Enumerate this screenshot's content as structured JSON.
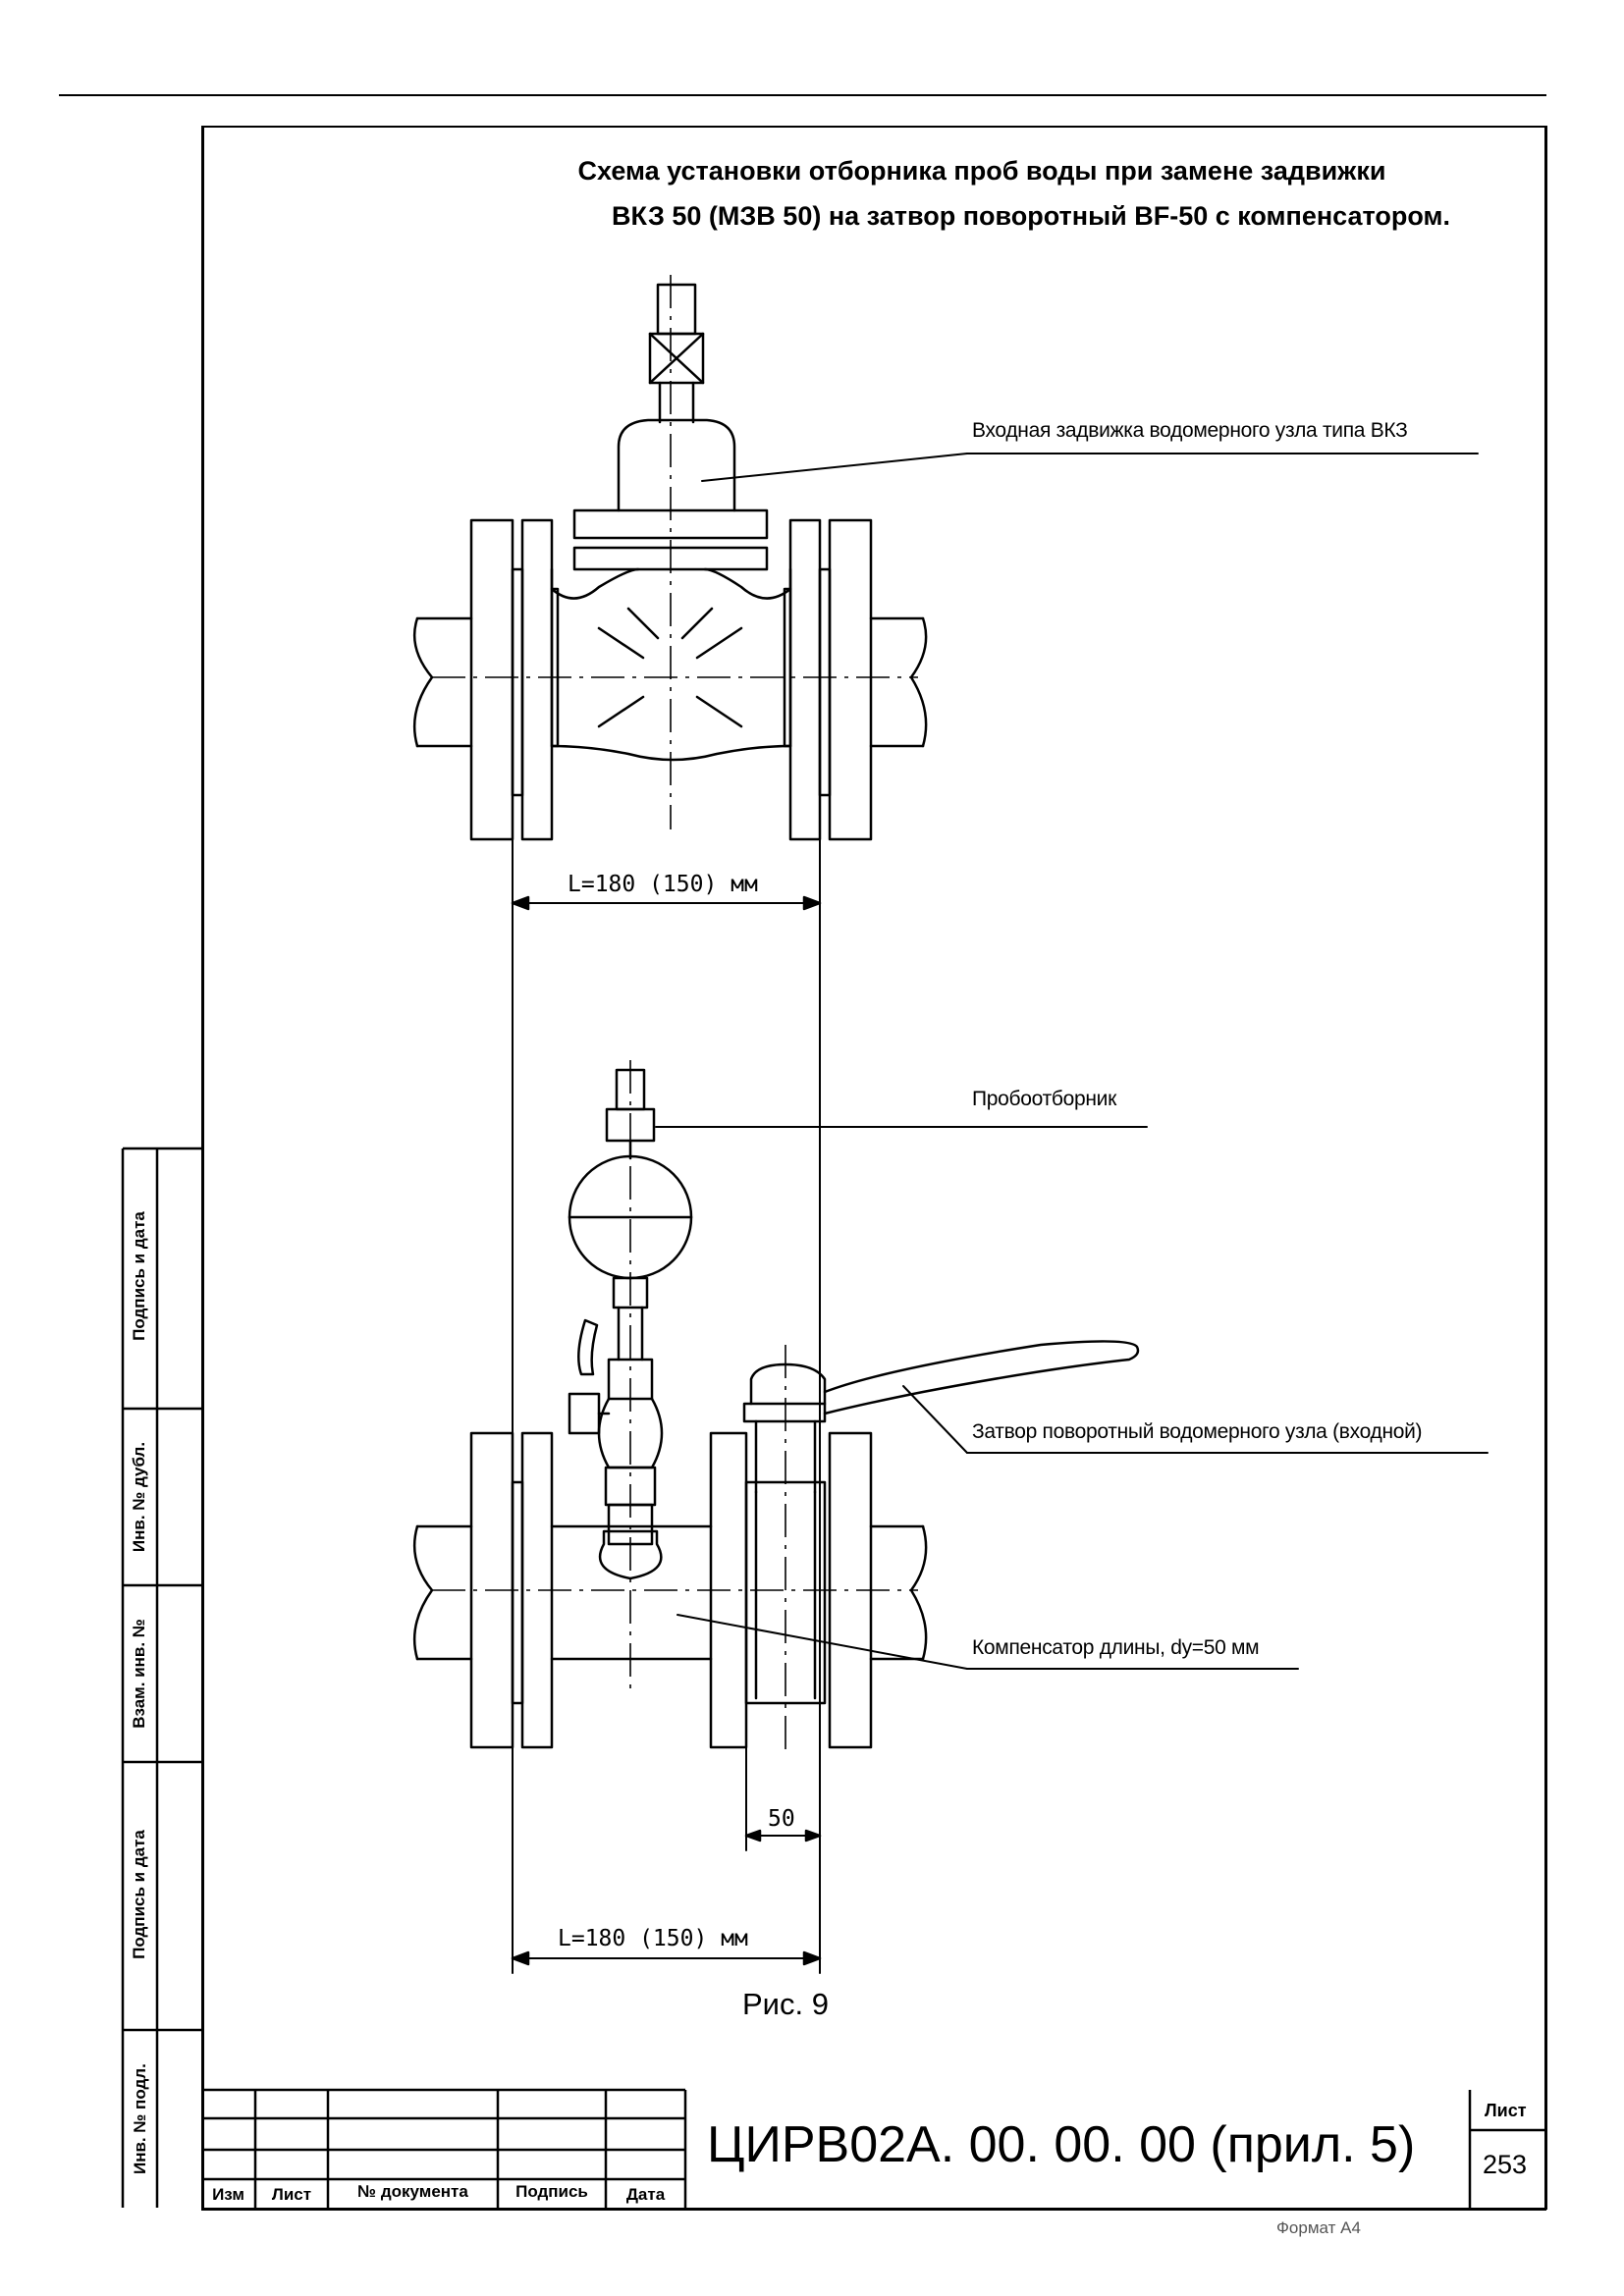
{
  "title": {
    "line1": "Схема установки отборника проб воды при замене задвижки",
    "line2": "ВКЗ 50 (МЗВ 50) на затвор поворотный BF-50 с компенсатором."
  },
  "callouts": {
    "gate_valve": "Входная задвижка водомерного узла типа ВКЗ",
    "sampler": "Пробоотборник",
    "rotary_gate": "Затвор поворотный водомерного узла (входной)",
    "compensator": "Компенсатор длины, dy=50 мм"
  },
  "dimensions": {
    "top_length": "L=180 (150) мм",
    "bottom_length": "L=180 (150) мм",
    "offset": "50"
  },
  "figure_caption": "Рис. 9",
  "side_stamp": {
    "labels": [
      "Инв. № подл.",
      "Подпись и дата",
      "Взам. инв. №",
      "Инв. № дубл.",
      "Подпись и дата"
    ]
  },
  "title_block": {
    "columns": [
      "Изм",
      "Лист",
      "№ документа",
      "Подпись",
      "Дата"
    ],
    "document_code": "ЦИРВ02А. 00. 00. 00 (прил. 5)",
    "sheet_label": "Лист",
    "sheet_number": "253",
    "format_text": "Формат А4"
  },
  "colors": {
    "ink": "#000000",
    "paper": "#ffffff"
  }
}
